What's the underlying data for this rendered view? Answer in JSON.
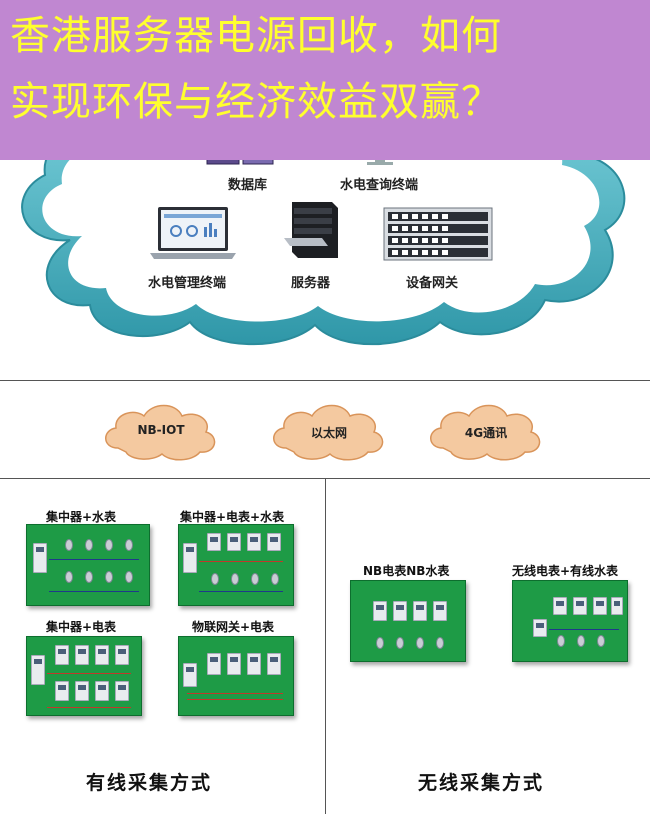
{
  "title": {
    "line1": "香港服务器电源回收，如何",
    "line2": "实现环保与经济效益双赢？"
  },
  "cloud": {
    "labels": {
      "database": "数据库",
      "query_terminal": "水电查询终端",
      "mgmt_terminal": "水电管理终端",
      "server": "服务器",
      "gateway": "设备网关"
    }
  },
  "networks": [
    "NB-IOT",
    "以太网",
    "4G通讯"
  ],
  "wired": {
    "boards": [
      "集中器+水表",
      "集中器+电表+水表",
      "集中器+电表",
      "物联网关+电表"
    ],
    "footer": "有线采集方式"
  },
  "wireless": {
    "boards": [
      "NB电表NB水表",
      "无线电表+有线水表"
    ],
    "footer": "无线采集方式"
  },
  "colors": {
    "banner": "#c087d1",
    "title_text": "#ffff2e",
    "cloud_border": "#3aa5b5",
    "board_green": "#1e9b46",
    "mini_cloud": "#f4c9a0"
  }
}
